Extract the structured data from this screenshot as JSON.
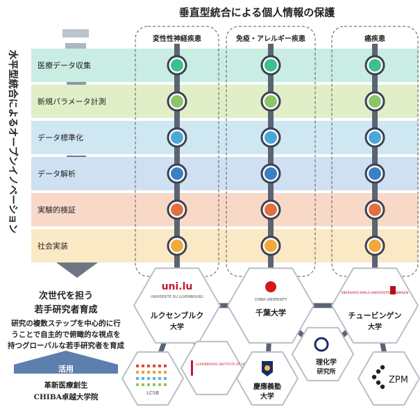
{
  "title": "垂直型統合による個人情報の保護",
  "vertical_axis_label": "水平型統合によるオープンイノベーション",
  "columns": [
    {
      "label": "変性性神経疾患"
    },
    {
      "label": "免疫・アレルギー疾患"
    },
    {
      "label": "癌疾患"
    }
  ],
  "rows": [
    {
      "label": "医療データ収集",
      "band": "#c9ece3",
      "node": "#3dbf90"
    },
    {
      "label": "新規パラメータ計測",
      "band": "#e1efc9",
      "node": "#8cc46a"
    },
    {
      "label": "データ標準化",
      "band": "#cfe6f3",
      "node": "#4aa8d8"
    },
    {
      "label": "データ解析",
      "band": "#cfe0f3",
      "node": "#3a7fc8"
    },
    {
      "label": "実験的検証",
      "band": "#f8d9c8",
      "node": "#e27040"
    },
    {
      "label": "社会実装",
      "band": "#fbe8c4",
      "node": "#f2a93c"
    }
  ],
  "left_panel": {
    "heading1": "次世代を担う",
    "heading2": "若手研究者育成",
    "text1": "研究の複数ステップを中心的に行",
    "text2": "うことで自主的で俯瞰的な視点を",
    "text3": "持つグローバルな若手研究者を育成",
    "button": "活用",
    "footer1": "革新医療創生",
    "footer2": "CHIBA卓越大学院"
  },
  "institutions": {
    "lux": {
      "logo": "uni.lu",
      "logo_sub": "UNIVERSITÉ DU LUXEMBOURG",
      "name1": "ルクセンブルク",
      "name2": "大学"
    },
    "chiba": {
      "logo": "CHIBA UNIVERSITY",
      "name1": "千葉大学"
    },
    "tub": {
      "logo": "EBERHARD KARLS UNIVERSITÄT TÜBINGEN",
      "name1": "チュービンゲン",
      "name2": "大学"
    },
    "lcsb": {
      "logo": "LCSB"
    },
    "lih": {
      "logo": "LUXEMBOURG INSTITUTE OF HEALTH"
    },
    "keio": {
      "name1": "慶應義塾",
      "name2": "大学"
    },
    "riken": {
      "name1": "理化学",
      "name2": "研究所"
    },
    "zpm": {
      "logo": "ZPM"
    }
  },
  "colors": {
    "pipe": "#5a6473",
    "hex_fill": "#ffffff",
    "hex_stroke": "#b9bec6",
    "arrow": "#5d7fae",
    "column_border": "#555555"
  }
}
